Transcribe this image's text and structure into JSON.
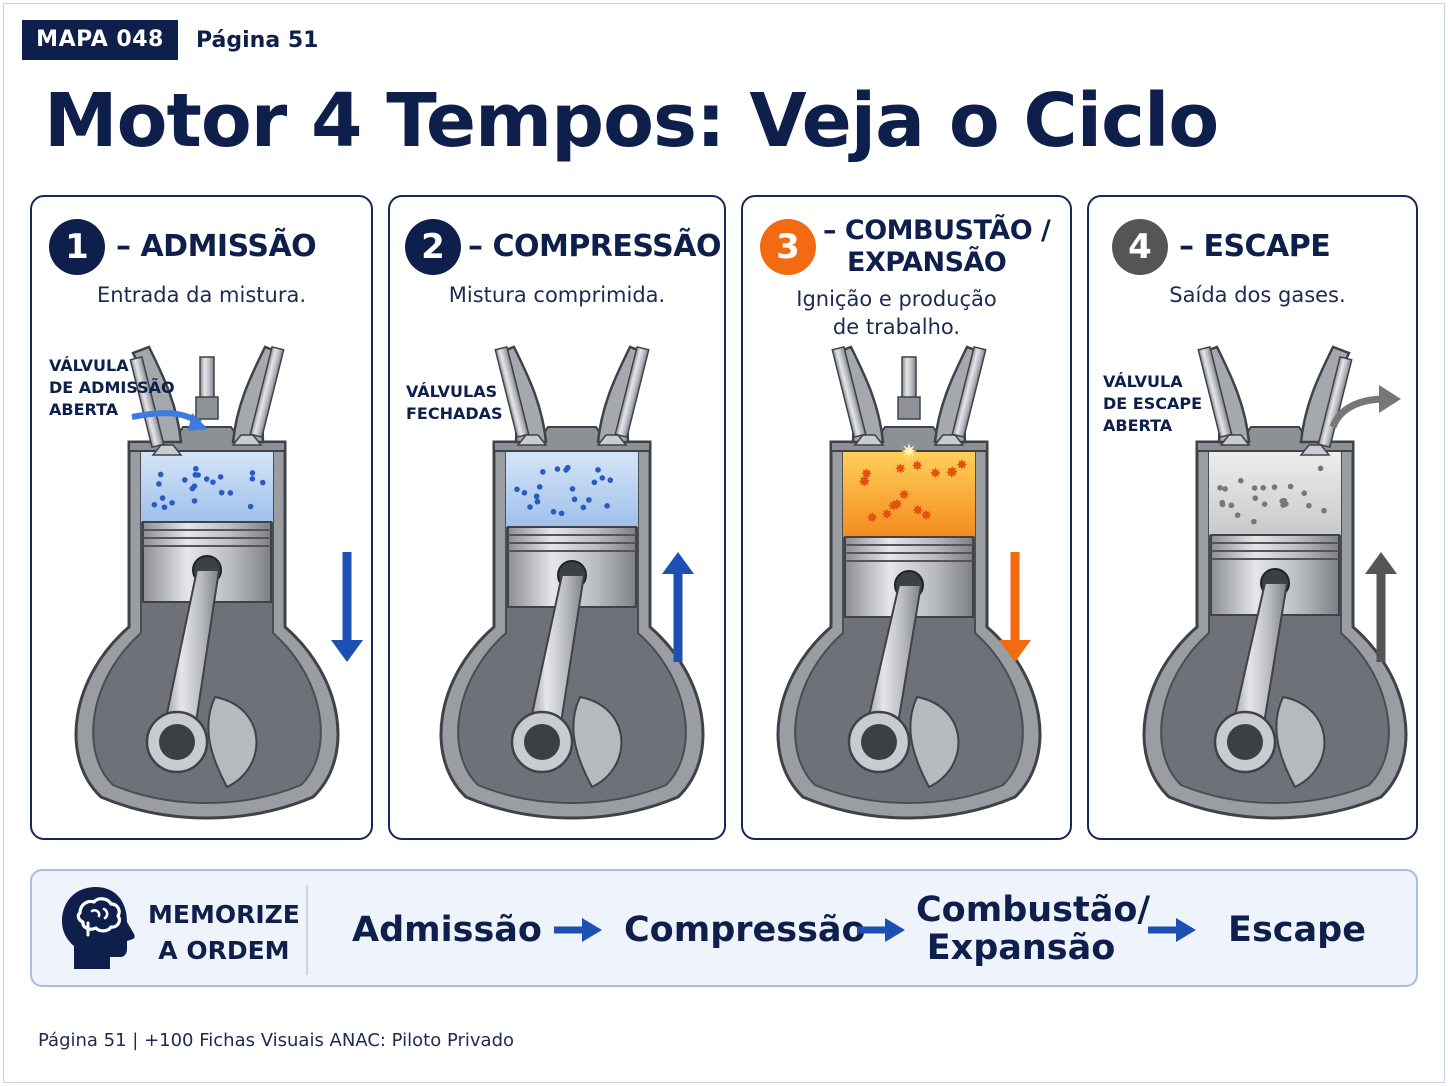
{
  "header": {
    "tag": "MAPA 048",
    "page": "Página 51",
    "title": "Motor 4 Tempos: Veja o Ciclo"
  },
  "colors": {
    "navy": "#0f1f4b",
    "orange": "#f26a12",
    "gray": "#555555",
    "blue_arrow": "#1e4fb5",
    "intake_gas": "#a9c7ee",
    "combustion": "#f7a02a",
    "exhaust_gas": "#cfcfcf"
  },
  "strokes": [
    {
      "number": "1",
      "name_line1": "– ADMISSÃO",
      "name_line2": "",
      "desc_line1": "Entrada da mistura.",
      "desc_line2": "",
      "callout_lines": [
        "VÁLVULA",
        "DE ADMISSÃO",
        "ABERTA"
      ],
      "piston_motion": "down"
    },
    {
      "number": "2",
      "name_line1": "– COMPRESSÃO",
      "name_line2": "",
      "desc_line1": "Mistura comprimida.",
      "desc_line2": "",
      "callout_lines": [
        "VÁLVULAS",
        "FECHADAS"
      ],
      "piston_motion": "up"
    },
    {
      "number": "3",
      "name_line1": "– COMBUSTÃO /",
      "name_line2": "EXPANSÃO",
      "desc_line1": "Ignição e produção",
      "desc_line2": "de trabalho.",
      "callout_lines": [],
      "piston_motion": "down"
    },
    {
      "number": "4",
      "name_line1": "– ESCAPE",
      "name_line2": "",
      "desc_line1": "Saída dos gases.",
      "desc_line2": "",
      "callout_lines": [
        "VÁLVULA",
        "DE ESCAPE",
        "ABERTA"
      ],
      "piston_motion": "up"
    }
  ],
  "memorize": {
    "icon": "head-brain-icon",
    "label_line1": "MEMORIZE",
    "label_line2": "A ORDEM",
    "steps": [
      {
        "line1": "Admissão",
        "line2": ""
      },
      {
        "line1": "Compressão",
        "line2": ""
      },
      {
        "line1": "Combustão/",
        "line2": "Expansão"
      },
      {
        "line1": "Escape",
        "line2": ""
      }
    ]
  },
  "footer": {
    "text": "Página 51  |  +100 Fichas Visuais ANAC: Piloto Privado"
  }
}
